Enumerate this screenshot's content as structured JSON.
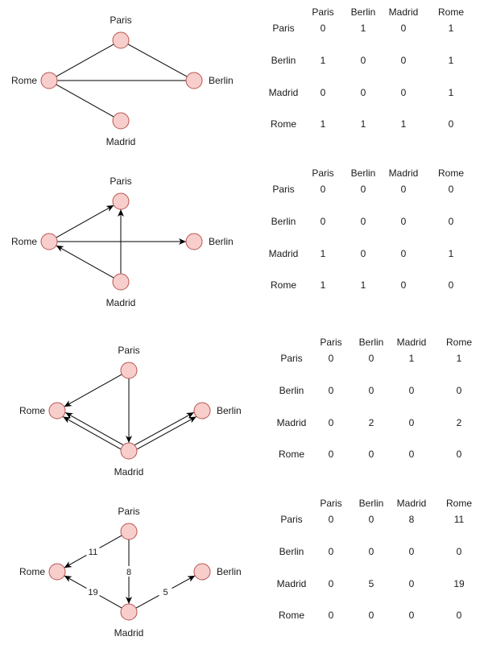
{
  "diagrams": [
    {
      "nodes": {
        "Paris": "Paris",
        "Berlin": "Berlin",
        "Madrid": "Madrid",
        "Rome": "Rome"
      },
      "edges": [
        {
          "from": "Rome",
          "to": "Paris",
          "directed": false
        },
        {
          "from": "Rome",
          "to": "Berlin",
          "directed": false
        },
        {
          "from": "Rome",
          "to": "Madrid",
          "directed": false
        },
        {
          "from": "Paris",
          "to": "Berlin",
          "directed": false
        }
      ],
      "matrix": {
        "cols": [
          "Paris",
          "Berlin",
          "Madrid",
          "Rome"
        ],
        "rows": [
          {
            "label": "Paris",
            "values": [
              "0",
              "1",
              "0",
              "1"
            ]
          },
          {
            "label": "Berlin",
            "values": [
              "1",
              "0",
              "0",
              "1"
            ]
          },
          {
            "label": "Madrid",
            "values": [
              "0",
              "0",
              "0",
              "1"
            ]
          },
          {
            "label": "Rome",
            "values": [
              "1",
              "1",
              "1",
              "0"
            ]
          }
        ]
      }
    },
    {
      "nodes": {
        "Paris": "Paris",
        "Berlin": "Berlin",
        "Madrid": "Madrid",
        "Rome": "Rome"
      },
      "edges": [
        {
          "from": "Rome",
          "to": "Paris",
          "directed": true
        },
        {
          "from": "Rome",
          "to": "Berlin",
          "directed": true
        },
        {
          "from": "Madrid",
          "to": "Paris",
          "directed": true
        },
        {
          "from": "Madrid",
          "to": "Rome",
          "directed": true
        }
      ],
      "matrix": {
        "cols": [
          "Paris",
          "Berlin",
          "Madrid",
          "Rome"
        ],
        "rows": [
          {
            "label": "Paris",
            "values": [
              "0",
              "0",
              "0",
              "0"
            ]
          },
          {
            "label": "Berlin",
            "values": [
              "0",
              "0",
              "0",
              "0"
            ]
          },
          {
            "label": "Madrid",
            "values": [
              "1",
              "0",
              "0",
              "1"
            ]
          },
          {
            "label": "Rome",
            "values": [
              "1",
              "1",
              "0",
              "0"
            ]
          }
        ]
      }
    },
    {
      "nodes": {
        "Paris": "Paris",
        "Berlin": "Berlin",
        "Madrid": "Madrid",
        "Rome": "Rome"
      },
      "edges": [
        {
          "from": "Paris",
          "to": "Rome",
          "directed": true
        },
        {
          "from": "Paris",
          "to": "Madrid",
          "directed": true
        },
        {
          "from": "Madrid",
          "to": "Rome",
          "directed": true,
          "parallel": true
        },
        {
          "from": "Madrid",
          "to": "Berlin",
          "directed": true,
          "parallel": true
        }
      ],
      "matrix": {
        "cols": [
          "Paris",
          "Berlin",
          "Madrid",
          "Rome"
        ],
        "rows": [
          {
            "label": "Paris",
            "values": [
              "0",
              "0",
              "1",
              "1"
            ]
          },
          {
            "label": "Berlin",
            "values": [
              "0",
              "0",
              "0",
              "0"
            ]
          },
          {
            "label": "Madrid",
            "values": [
              "0",
              "2",
              "0",
              "2"
            ]
          },
          {
            "label": "Rome",
            "values": [
              "0",
              "0",
              "0",
              "0"
            ]
          }
        ]
      }
    },
    {
      "nodes": {
        "Paris": "Paris",
        "Berlin": "Berlin",
        "Madrid": "Madrid",
        "Rome": "Rome"
      },
      "edges": [
        {
          "from": "Paris",
          "to": "Rome",
          "directed": true,
          "weight": "11"
        },
        {
          "from": "Paris",
          "to": "Madrid",
          "directed": true,
          "weight": "8"
        },
        {
          "from": "Madrid",
          "to": "Rome",
          "directed": true,
          "weight": "19"
        },
        {
          "from": "Madrid",
          "to": "Berlin",
          "directed": true,
          "weight": "5"
        }
      ],
      "matrix": {
        "cols": [
          "Paris",
          "Berlin",
          "Madrid",
          "Rome"
        ],
        "rows": [
          {
            "label": "Paris",
            "values": [
              "0",
              "0",
              "8",
              "11"
            ]
          },
          {
            "label": "Berlin",
            "values": [
              "0",
              "0",
              "0",
              "0"
            ]
          },
          {
            "label": "Madrid",
            "values": [
              "0",
              "5",
              "0",
              "19"
            ]
          },
          {
            "label": "Rome",
            "values": [
              "0",
              "0",
              "0",
              "0"
            ]
          }
        ]
      }
    }
  ]
}
